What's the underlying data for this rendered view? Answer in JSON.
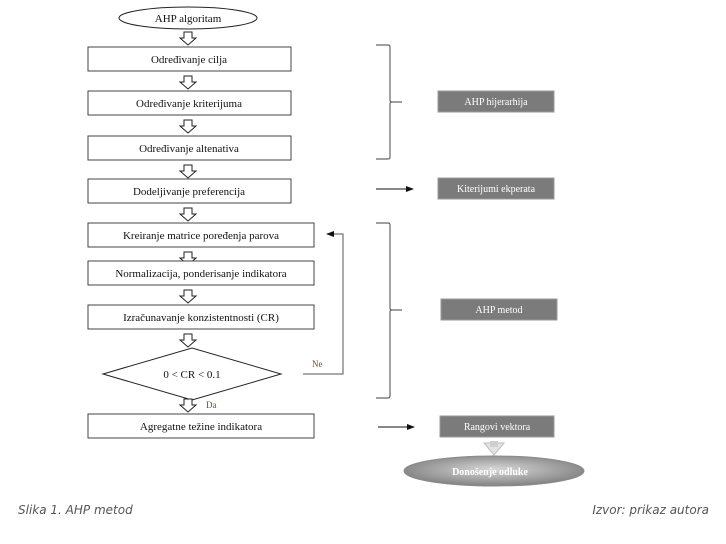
{
  "flowchart": {
    "start": "AHP algoritam",
    "steps": [
      "Određivanje cilja",
      "Određivanje kriterijuma",
      "Određivanje altenativa",
      "Dodeljivanje preferencija",
      "Kreiranje matrice poređenja parova",
      "Normalizacija, ponderisanje indikatora",
      "Izračunavanje konzistentnosti (CR)"
    ],
    "decision": "0 < CR < 0.1",
    "decision_yes": "Da",
    "decision_no": "Ne",
    "final_step": "Agregatne težine indikatora"
  },
  "side_labels": {
    "hierarchy": "AHP hijerarhija",
    "experts": "Kiterijumi ekperata",
    "method": "AHP metod",
    "ranks": "Rangovi vektora",
    "decision": "Donošenje odluke"
  },
  "caption": {
    "figure": "Slika 1. AHP metod",
    "source": "Izvor: prikaz autora"
  }
}
